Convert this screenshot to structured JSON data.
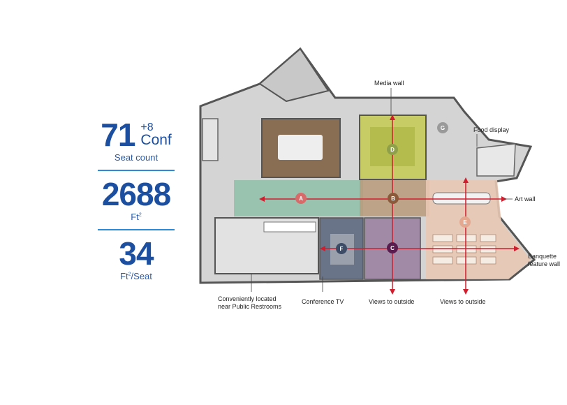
{
  "stats": {
    "seat_count": "71",
    "conf_plus": "+8",
    "conf_word": "Conf",
    "seat_label": "Seat count",
    "area": "2688",
    "area_unit": "Ft",
    "area_sup": "2",
    "ratio": "34",
    "ratio_unit_a": "Ft",
    "ratio_sup": "2",
    "ratio_unit_b": "/Seat"
  },
  "plan": {
    "zones": [
      {
        "letter": "A",
        "color": "#d96a6a"
      },
      {
        "letter": "B",
        "color": "#8a5a3a"
      },
      {
        "letter": "C",
        "color": "#5a1c4e"
      },
      {
        "letter": "D",
        "color": "#8fa04a"
      },
      {
        "letter": "E",
        "color": "#e4a890"
      },
      {
        "letter": "F",
        "color": "#3d4c66"
      },
      {
        "letter": "G",
        "color": "#9a9a9a"
      }
    ],
    "callouts": {
      "media_wall": "Media wall",
      "food_display": "Food display",
      "art_wall": "Art wall",
      "banquette_1": "Banquette",
      "banquette_2": "feature wall",
      "restrooms_1": "Conveniently located",
      "restrooms_2": "near Public Restrooms",
      "conference_tv": "Conference TV",
      "views_1": "Views to outside",
      "views_2": "Views to outside"
    },
    "colors": {
      "wall": "#555555",
      "floor": "#d4d4d4",
      "arrow": "#d01e2e",
      "zone_a": "#8fbfa8",
      "zone_b": "#b89a7a",
      "zone_c": "#a08aa6",
      "zone_d": "#c8cc64",
      "zone_e": "#e8c8b4",
      "zone_f": "#6a7488"
    }
  }
}
